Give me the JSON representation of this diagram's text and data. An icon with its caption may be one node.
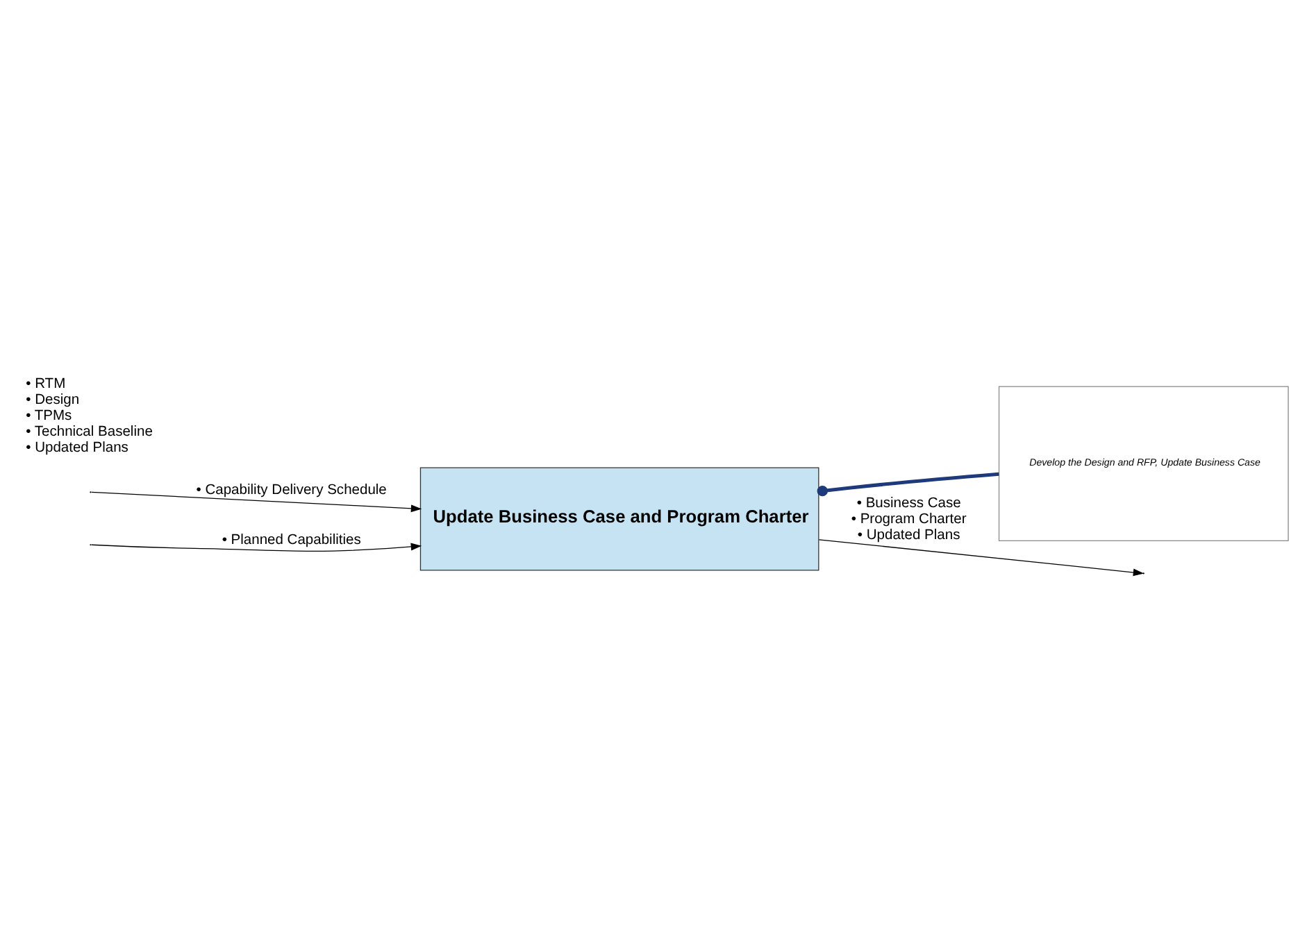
{
  "diagram": {
    "nodes": [
      {
        "text": [
          "Update Business Case and Program Charter"
        ]
      },
      {
        "text": [
          "Develop the Design and RFP, Update Business Case"
        ]
      }
    ],
    "edges": [
      {
        "from": null,
        "to": 0,
        "arrow": "to",
        "label": "• Capability Delivery Schedule"
      },
      {
        "from": null,
        "to": 0,
        "arrow": "to",
        "label": "• Planned Capabilities"
      },
      {
        "from": 0,
        "to": null,
        "arrow": "to",
        "label": "• Business Case • Program Charter • Updated Plans"
      },
      {
        "from": 0,
        "to": 1,
        "arrow": "other",
        "style": "thick",
        "color": "#1f3a7a"
      }
    ],
    "labels": [
      "• RTM",
      "• Design",
      "• TPMs",
      "• Technical Baseline",
      "• Updated Plans"
    ]
  }
}
